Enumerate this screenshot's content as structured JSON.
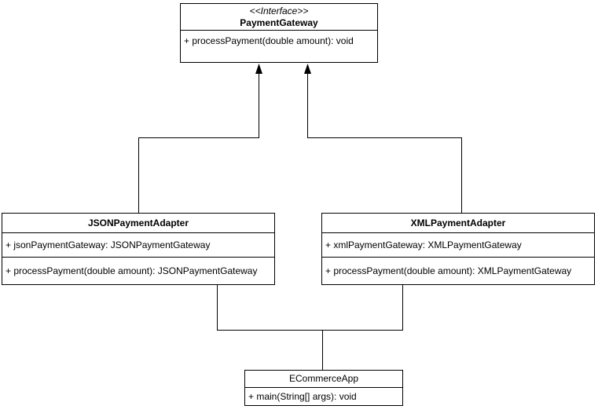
{
  "diagram": {
    "kind": "uml-class-diagram",
    "background": "#ffffff",
    "stroke_color": "#000000",
    "text_color": "#000000",
    "classes": {
      "payment_gateway": {
        "stereotype": "<<Interface>>",
        "name": "PaymentGateway",
        "methods": [
          "+ processPayment(double amount): void"
        ]
      },
      "json_payment_adapter": {
        "name": "JSONPaymentAdapter",
        "attributes": [
          "+ jsonPaymentGateway: JSONPaymentGateway"
        ],
        "methods": [
          "+ processPayment(double amount): JSONPaymentGateway"
        ]
      },
      "xml_payment_adapter": {
        "name": "XMLPaymentAdapter",
        "attributes": [
          "+ xmlPaymentGateway: XMLPaymentGateway"
        ],
        "methods": [
          "+ processPayment(double amount): XMLPaymentGateway"
        ]
      },
      "ecommerce_app": {
        "name": "ECommerceApp",
        "methods": [
          "+ main(String[] args): void"
        ]
      }
    },
    "relationships": [
      {
        "from": "JSONPaymentAdapter",
        "to": "PaymentGateway",
        "type": "realization-arrow"
      },
      {
        "from": "XMLPaymentAdapter",
        "to": "PaymentGateway",
        "type": "realization-arrow"
      },
      {
        "from": "ECommerceApp",
        "to": "JSONPaymentAdapter",
        "type": "association"
      },
      {
        "from": "ECommerceApp",
        "to": "XMLPaymentAdapter",
        "type": "association"
      }
    ]
  }
}
